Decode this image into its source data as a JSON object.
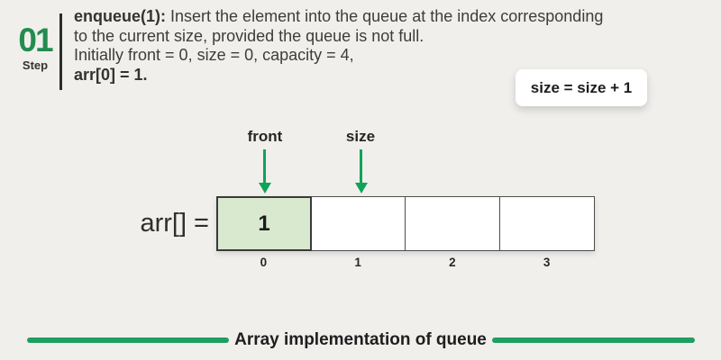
{
  "colors": {
    "background": "#f0efec",
    "step_green": "#238c4e",
    "arrow_green": "#0fa35a",
    "rule_green": "#1f9e62",
    "divider": "#2c2c2c",
    "text": "#3d3d3d",
    "heading_text": "#333333",
    "cell_green": "#d8e9cf",
    "cell_white": "#ffffff",
    "cell_border": "#4d4d4d",
    "highlight_border": "#3a3a3a"
  },
  "step": {
    "number": "01",
    "label": "Step"
  },
  "description": {
    "line1_bold": "enqueue(1):",
    "line1_rest": " Insert the element into the queue at the index corresponding",
    "line2": "to the current size, provided the queue is not full.",
    "line3": "Initially front = 0, size = 0, capacity = 4,",
    "line4_bold": "arr[0] = 1."
  },
  "callout": {
    "text": "size = size + 1"
  },
  "pointers": {
    "front": {
      "label": "front",
      "points_to_index": 0
    },
    "size": {
      "label": "size",
      "points_to_index": 1
    }
  },
  "array": {
    "label": "arr[] =",
    "cells": [
      {
        "value": "1",
        "index": "0",
        "highlighted": true
      },
      {
        "value": "",
        "index": "1",
        "highlighted": false
      },
      {
        "value": "",
        "index": "2",
        "highlighted": false
      },
      {
        "value": "",
        "index": "3",
        "highlighted": false
      }
    ]
  },
  "caption": {
    "text": "Array implementation of queue"
  }
}
